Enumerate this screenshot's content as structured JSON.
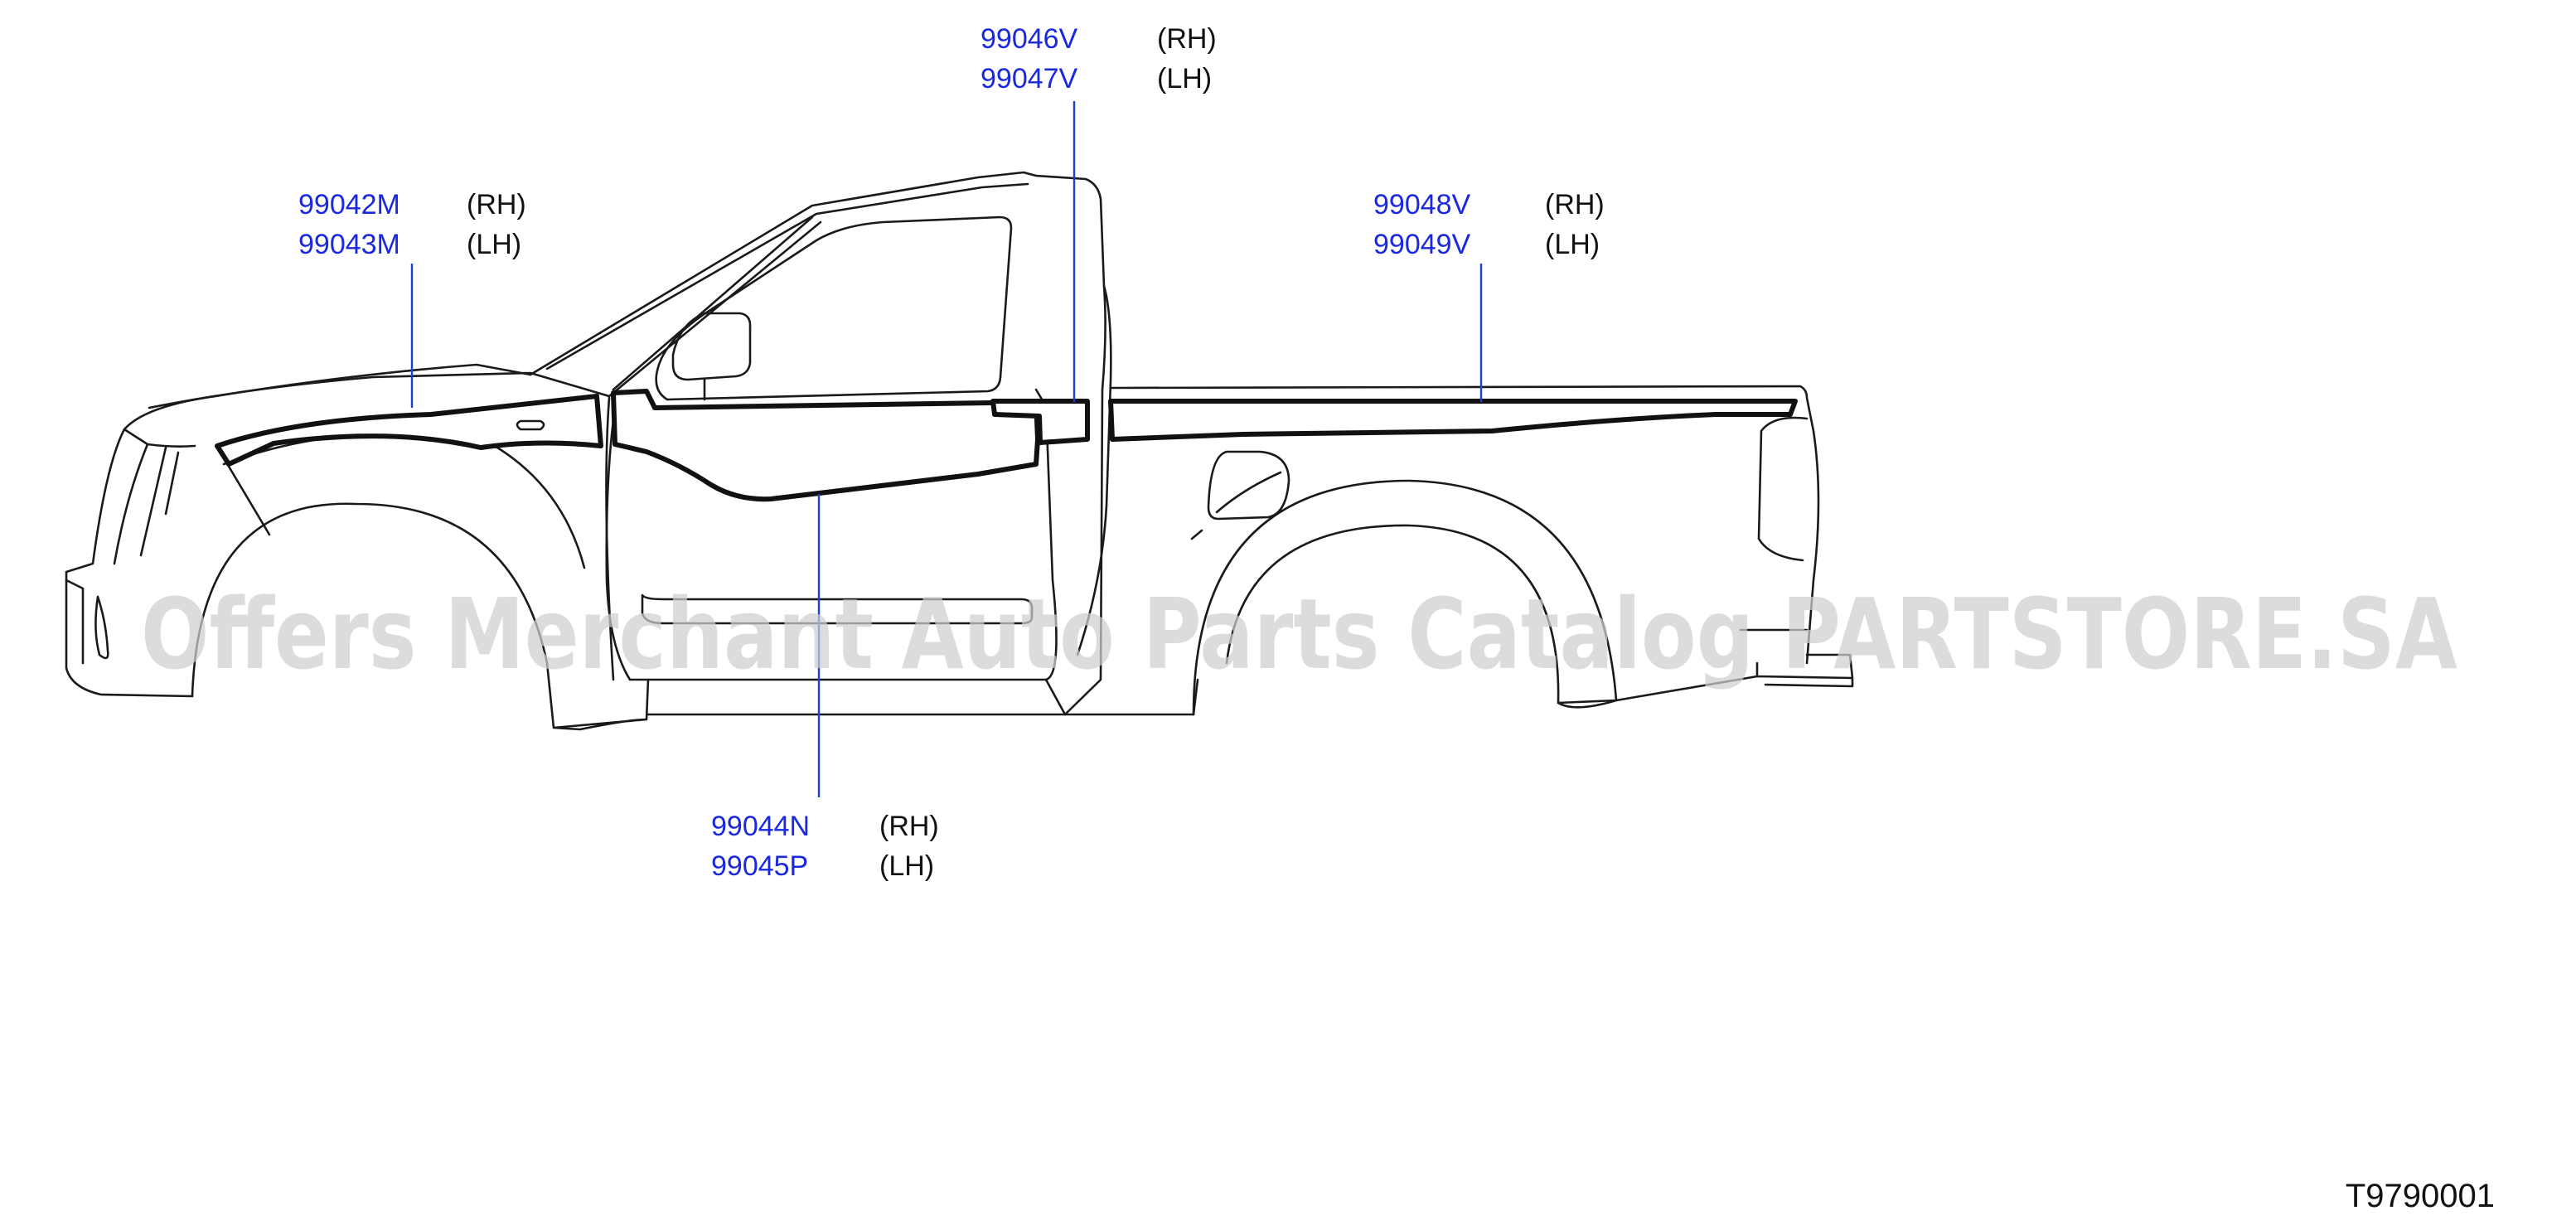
{
  "callouts": [
    {
      "id": "fender",
      "rh_part": "99042M",
      "rh_side": "(RH)",
      "lh_part": "99043M",
      "lh_side": "(LH)"
    },
    {
      "id": "pillar",
      "rh_part": "99046V",
      "rh_side": "(RH)",
      "lh_part": "99047V",
      "lh_side": "(LH)"
    },
    {
      "id": "bed",
      "rh_part": "99048V",
      "rh_side": "(RH)",
      "lh_part": "99049V",
      "lh_side": "(LH)"
    },
    {
      "id": "door",
      "rh_part": "99044N",
      "rh_side": "(RH)",
      "lh_part": "99045P",
      "lh_side": "(LH)"
    }
  ],
  "watermark": "Offers Merchant Auto Parts Catalog PARTSTORE.SA",
  "diagram_code": "T9790001",
  "colors": {
    "part_number": "#1a28e0",
    "leader_line": "#1a40d6",
    "outline": "#1a1a1a",
    "watermark": "#cfcfcf"
  }
}
